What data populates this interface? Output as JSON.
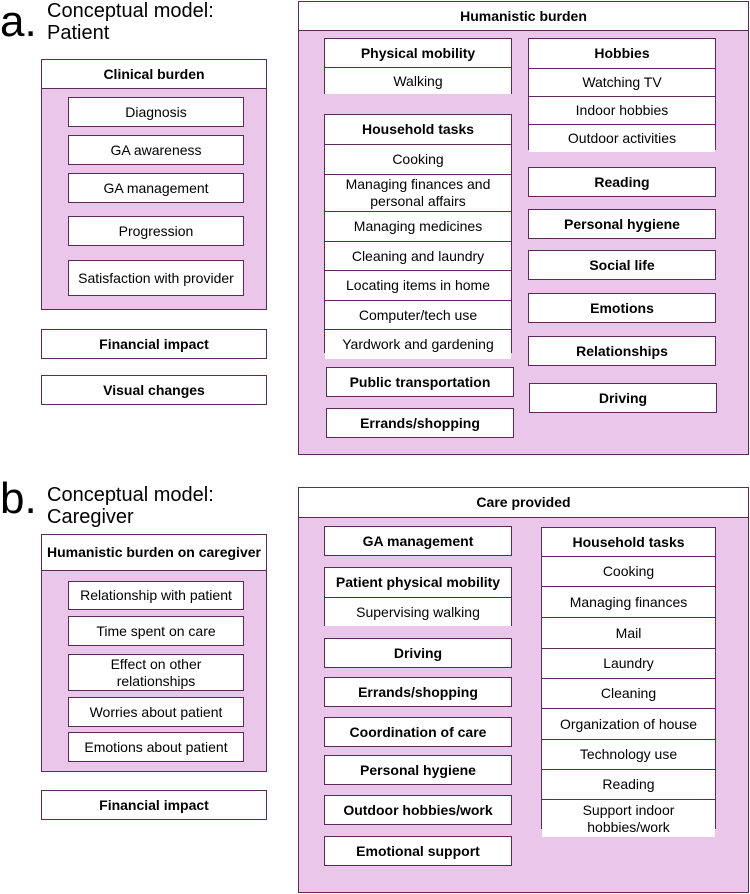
{
  "part_a": {
    "letter": "a.",
    "title_line1": "Conceptual model:",
    "title_line2": "Patient",
    "clinical_burden": {
      "header": "Clinical burden",
      "items": [
        "Diagnosis",
        "GA awareness",
        "GA management",
        "Progression",
        "Satisfaction with provider"
      ]
    },
    "financial_impact": "Financial impact",
    "visual_changes": "Visual changes",
    "humanistic_burden": {
      "header": "Humanistic burden",
      "physical_mobility": {
        "header": "Physical mobility",
        "items": [
          "Walking"
        ]
      },
      "household_tasks": {
        "header": "Household tasks",
        "items": [
          "Cooking",
          "Managing finances and personal affairs",
          "Managing medicines",
          "Cleaning and laundry",
          "Locating items in home",
          "Computer/tech use",
          "Yardwork and gardening"
        ]
      },
      "public_transportation": "Public transportation",
      "errands_shopping": "Errands/shopping",
      "hobbies": {
        "header": "Hobbies",
        "items": [
          "Watching TV",
          "Indoor hobbies",
          "Outdoor activities"
        ]
      },
      "reading": "Reading",
      "personal_hygiene": "Personal hygiene",
      "social_life": "Social life",
      "emotions": "Emotions",
      "relationships": "Relationships",
      "driving": "Driving"
    }
  },
  "part_b": {
    "letter": "b.",
    "title_line1": "Conceptual model:",
    "title_line2": "Caregiver",
    "humanistic_burden_caregiver": {
      "header": "Humanistic burden on caregiver",
      "items": [
        "Relationship with patient",
        "Time spent on care",
        "Effect on other relationships",
        "Worries about patient",
        "Emotions about patient"
      ]
    },
    "financial_impact": "Financial impact",
    "care_provided": {
      "header": "Care provided",
      "ga_management": "GA management",
      "patient_physical_mobility": {
        "header": "Patient physical mobility",
        "items": [
          "Supervising walking"
        ]
      },
      "driving": "Driving",
      "errands_shopping": "Errands/shopping",
      "coordination_of_care": "Coordination of care",
      "personal_hygiene": "Personal hygiene",
      "outdoor_hobbies_work": "Outdoor hobbies/work",
      "emotional_support": "Emotional support",
      "household_tasks": {
        "header": "Household tasks",
        "items": [
          "Cooking",
          "Managing finances",
          "Mail",
          "Laundry",
          "Cleaning",
          "Organization of house",
          "Technology use",
          "Reading",
          "Support indoor hobbies/work"
        ]
      }
    }
  }
}
